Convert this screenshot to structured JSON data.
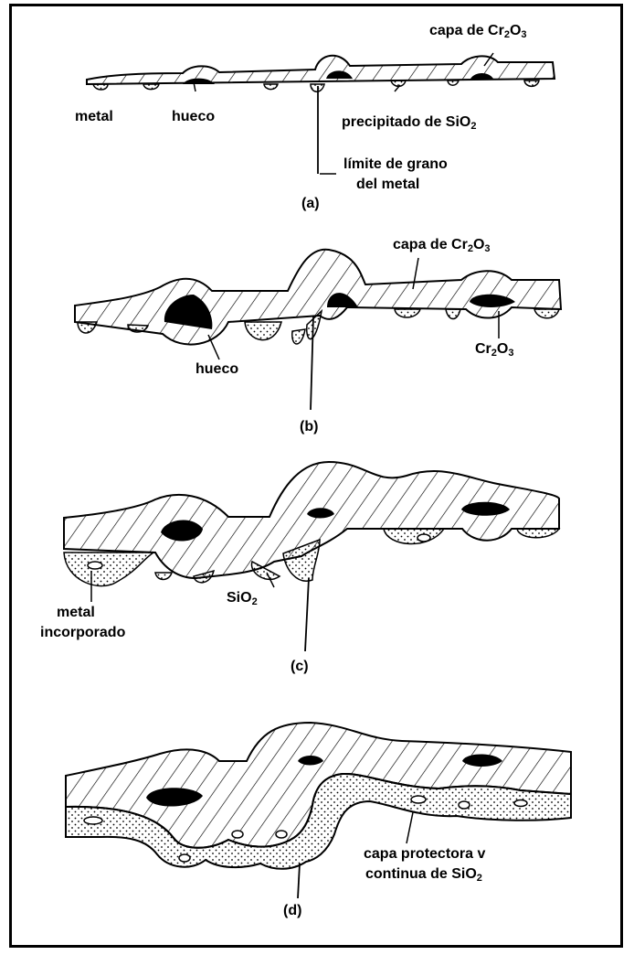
{
  "panels": {
    "a": {
      "letter": "(a)",
      "label_capa": "capa de Cr",
      "label_capa_sub2": "2",
      "label_capa_o": "O",
      "label_capa_sub3": "3",
      "label_metal": "metal",
      "label_hueco": "hueco",
      "label_precip": "precipitado de SiO",
      "label_precip_sub": "2",
      "label_limite_1": "límite de grano",
      "label_limite_2": "del metal"
    },
    "b": {
      "letter": "(b)",
      "label_capa": "capa de Cr",
      "label_capa_sub2": "2",
      "label_capa_o": "O",
      "label_capa_sub3": "3",
      "label_hueco": "hueco",
      "label_cr": "Cr",
      "label_cr_sub2": "2",
      "label_cr_o": "O",
      "label_cr_sub3": "3"
    },
    "c": {
      "letter": "(c)",
      "label_metal_1": "metal",
      "label_metal_2": "incorporado",
      "label_sio": "SiO",
      "label_sio_sub": "2"
    },
    "d": {
      "letter": "(d)",
      "label_capa_1": "capa protectora v",
      "label_capa_2": "continua de SiO",
      "label_capa_sub": "2"
    }
  }
}
